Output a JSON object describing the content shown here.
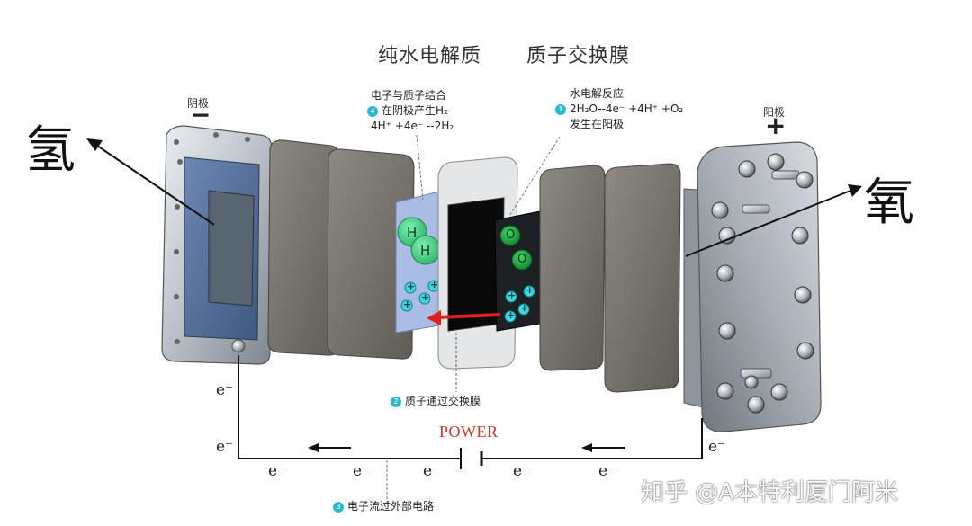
{
  "titles": {
    "electrolyte": "纯水电解质",
    "membrane": "质子交换膜"
  },
  "products": {
    "hydrogen": "氢",
    "oxygen": "氧"
  },
  "electrodes": {
    "cathode_label": "阴极",
    "cathode_sign": "−",
    "anode_label": "阳极",
    "anode_sign": "+"
  },
  "notes": {
    "cathode": {
      "step": "4",
      "line1": "电子与质子结合",
      "line2": "在阴极产生H₂",
      "equation": "4H⁺ +4e⁻ --2H₂"
    },
    "anode": {
      "step": "1",
      "title": "水电解反应",
      "equation": "2H₂O--4e⁻ +4H⁺ +O₂",
      "line3": "发生在阳极"
    },
    "membrane": {
      "step": "2",
      "text": "质子通过交换膜"
    },
    "circuit": {
      "step": "3",
      "text": "电子流过外部电路"
    }
  },
  "atoms": {
    "hydrogen": "H",
    "oxygen": "O",
    "proton": "+"
  },
  "electron": "e⁻",
  "power_label": "POWER",
  "watermark": "知乎 @A本特利厦门阿米",
  "colors": {
    "arrow_red": "#e02020",
    "power_red": "#c0392b",
    "step_teal": "#2bb8c9",
    "h_green": "#4cd08a",
    "proton_cyan": "#3cd6e0"
  }
}
